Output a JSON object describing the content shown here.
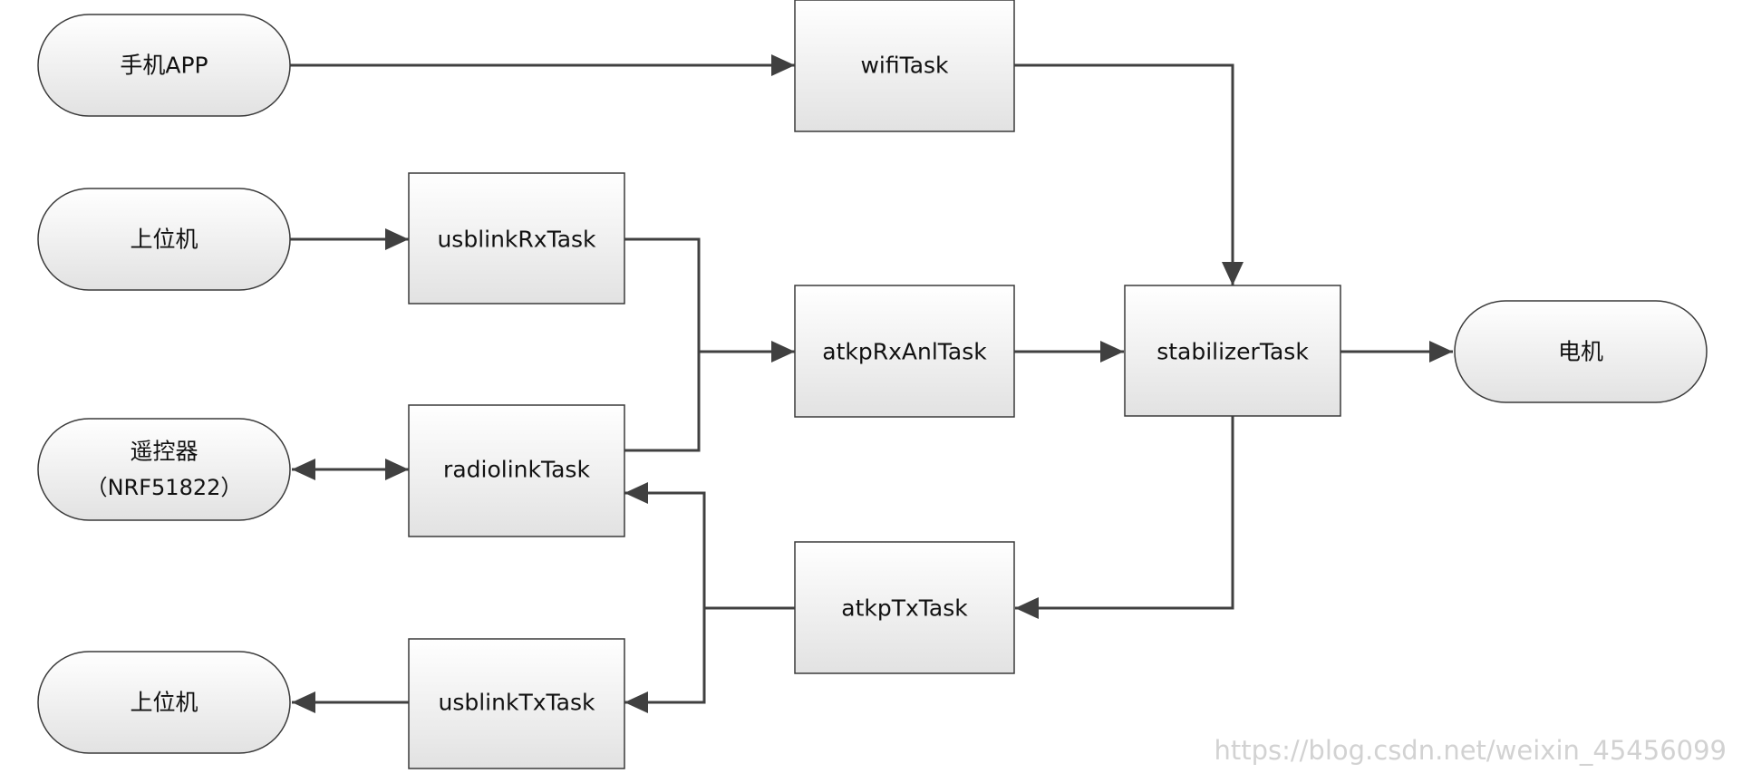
{
  "nodes": {
    "phone_app": "手机APP",
    "host_pc_in": "上位机",
    "remote_line1": "遥控器",
    "remote_line2": "（NRF51822）",
    "host_pc_out": "上位机",
    "wifi_task": "wifiTask",
    "usblink_rx_task": "usblinkRxTask",
    "radiolink_task": "radiolinkTask",
    "usblink_tx_task": "usblinkTxTask",
    "atkp_rx_anl_task": "atkpRxAnlTask",
    "atkp_tx_task": "atkpTxTask",
    "stabilizer_task": "stabilizerTask",
    "motor": "电机"
  },
  "watermark": "https://blog.csdn.net/weixin_45456099"
}
